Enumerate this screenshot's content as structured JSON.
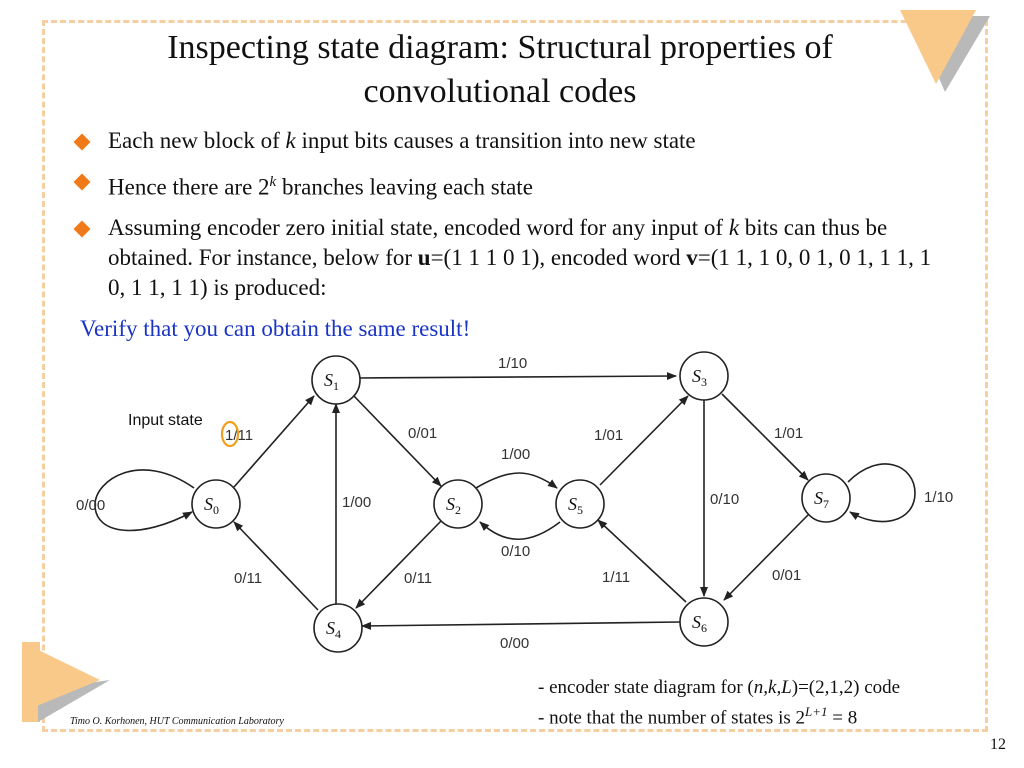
{
  "title": "Inspecting state diagram: Structural properties of convolutional codes",
  "bullets": [
    {
      "id": "b1",
      "parts": [
        "Each new block of ",
        "k",
        " input bits causes a transition into new state"
      ]
    },
    {
      "id": "b2",
      "parts": [
        "Hence there are 2",
        "k",
        " branches leaving each state"
      ]
    },
    {
      "id": "b3",
      "parts": [
        "Assuming encoder zero initial state, encoded word for any input of ",
        "k",
        " bits can thus be obtained. For instance, below for ",
        "u",
        "=(1 1 1 0 1), encoded word ",
        "v",
        "=(1 1, 1 0, 0 1, 0 1, 1 1, 1 0, 1 1, 1 1) is produced:"
      ]
    }
  ],
  "verify": "Verify that you can obtain the same result!",
  "diagram": {
    "annotation": "Input state",
    "states": [
      {
        "id": "s0",
        "letter": "S",
        "sub": "0"
      },
      {
        "id": "s1",
        "letter": "S",
        "sub": "1"
      },
      {
        "id": "s2",
        "letter": "S",
        "sub": "2"
      },
      {
        "id": "s3",
        "letter": "S",
        "sub": "3"
      },
      {
        "id": "s4",
        "letter": "S",
        "sub": "4"
      },
      {
        "id": "s5",
        "letter": "S",
        "sub": "5"
      },
      {
        "id": "s6",
        "letter": "S",
        "sub": "6"
      },
      {
        "id": "s7",
        "letter": "S",
        "sub": "7"
      }
    ],
    "edges": [
      {
        "id": "e00",
        "label": "0/00"
      },
      {
        "id": "e01",
        "label": "1/11"
      },
      {
        "id": "e13",
        "label": "1/10"
      },
      {
        "id": "e12",
        "label": "0/01"
      },
      {
        "id": "e25",
        "label": "1/00"
      },
      {
        "id": "e52",
        "label": "0/10"
      },
      {
        "id": "e53",
        "label": "1/01"
      },
      {
        "id": "e37",
        "label": "1/01"
      },
      {
        "id": "e77",
        "label": "1/10"
      },
      {
        "id": "e36",
        "label": "0/10"
      },
      {
        "id": "e76",
        "label": "0/01"
      },
      {
        "id": "e65",
        "label": "1/11"
      },
      {
        "id": "e64",
        "label": "0/00"
      },
      {
        "id": "e41",
        "label": "1/00"
      },
      {
        "id": "e40",
        "label": "0/11"
      },
      {
        "id": "e24",
        "label": "0/11"
      }
    ]
  },
  "caption": {
    "line1": "- encoder state diagram for (n,k,L)=(2,1,2) code",
    "line1_parts": [
      "- encoder state diagram for (",
      "n,k,L",
      ")=(2,1,2) code"
    ],
    "line2_parts": [
      "- note that the number of states is 2",
      "L+1",
      " = 8"
    ]
  },
  "footer": "Timo O. Korhonen, HUT Communication Laboratory",
  "page_number": "12",
  "colors": {
    "frame": "#f5cfa1",
    "bullet": "#f07a1a",
    "accent_blue": "#1a35c4",
    "triangle": "#f9c98a",
    "shadow": "#b9b9b9"
  }
}
